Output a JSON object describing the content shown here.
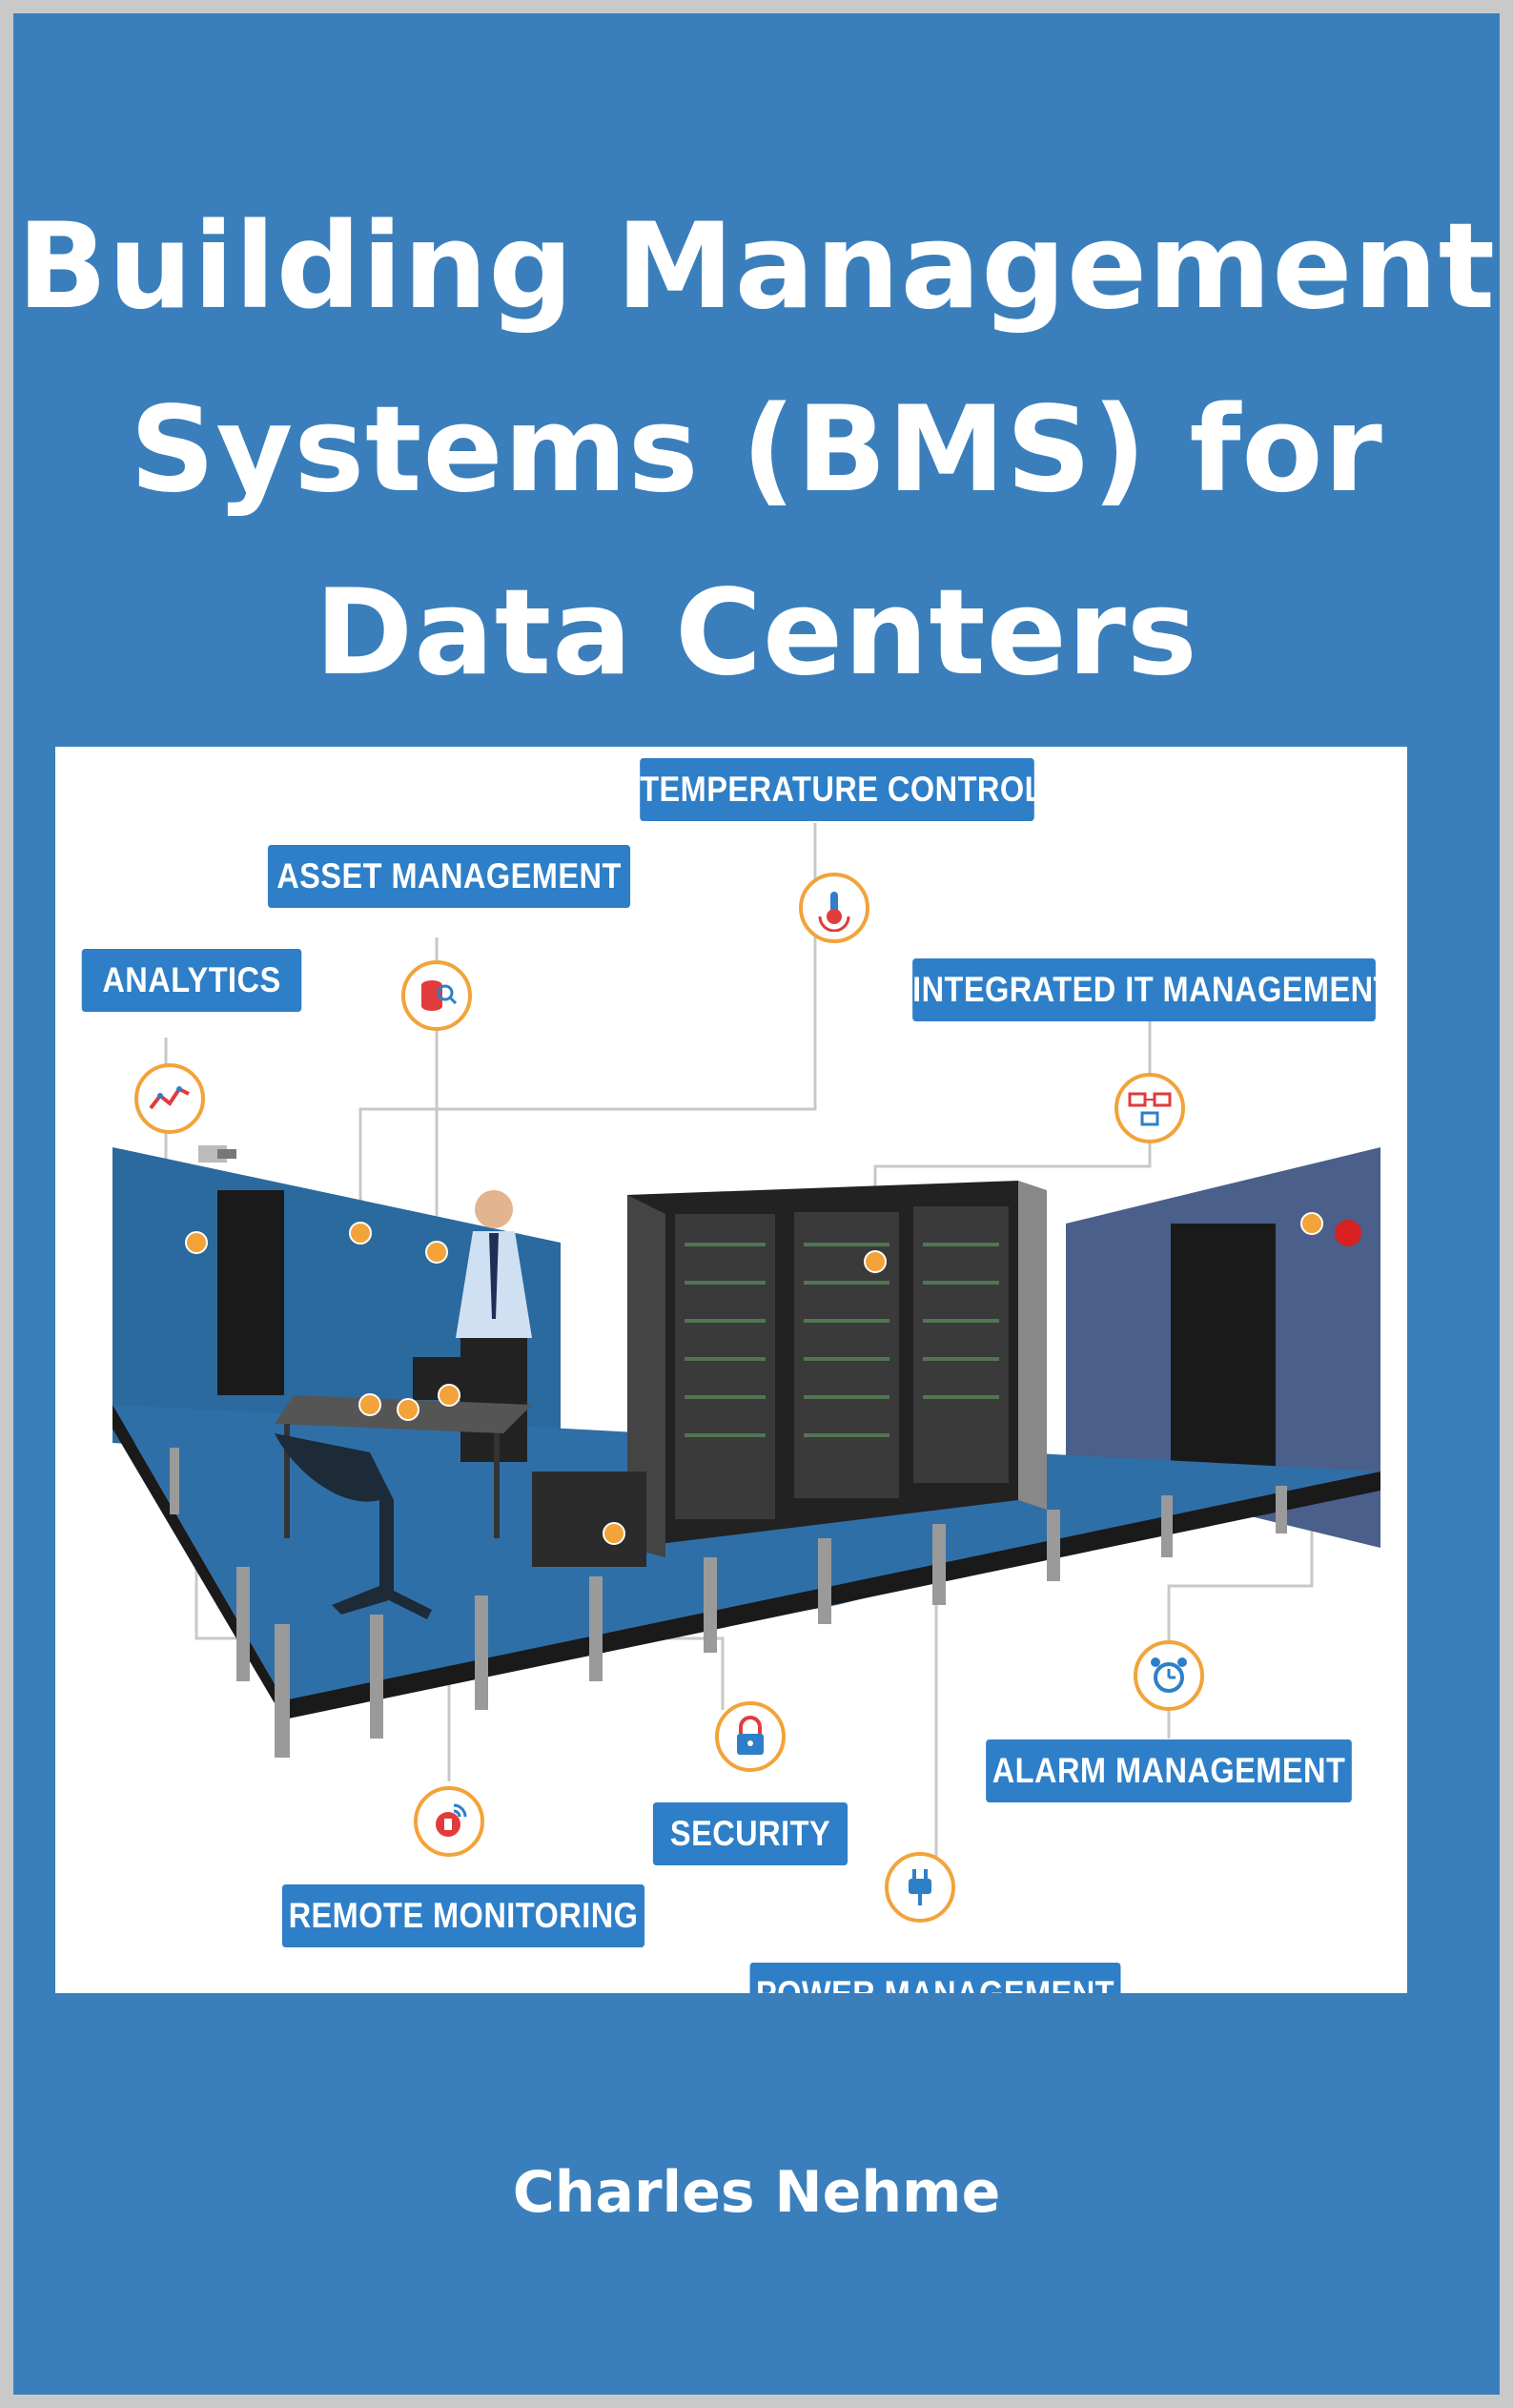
{
  "cover": {
    "title_lines": [
      "Building Management",
      "Systems (BMS) for",
      "Data Centers"
    ],
    "author": "Charles Nehme"
  },
  "diagram": {
    "labels": {
      "temperature": "TEMPERATURE CONTROL",
      "asset": "ASSET MANAGEMENT",
      "analytics": "ANALYTICS",
      "integrated": "INTEGRATED IT MANAGEMENT",
      "alarm": "ALARM MANAGEMENT",
      "security": "SECURITY",
      "remote": "REMOTE MONITORING",
      "power": "POWER MANAGEMENT"
    },
    "icons": {
      "temperature": "thermometer-icon",
      "asset": "database-search-icon",
      "analytics": "line-trend-icon",
      "integrated": "network-computers-icon",
      "alarm": "alarm-clock-icon",
      "security": "padlock-icon",
      "remote": "remote-signal-icon",
      "power": "power-plug-icon"
    },
    "colors": {
      "label_bg": "#2e7fc7",
      "icon_ring": "#f2a33a",
      "connector_line": "#c8c8c8",
      "floor": "#2f6fa8",
      "wall_left": "#2a6a9e",
      "wall_right": "#4a5f8a"
    }
  },
  "background_color": "#3a7fbc"
}
